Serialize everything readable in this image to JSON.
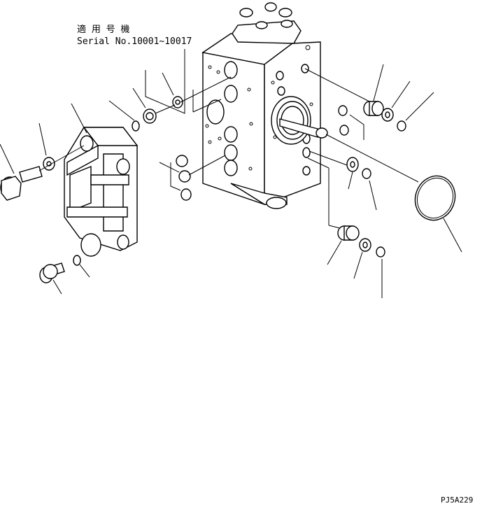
{
  "notes": {
    "applicable_models_jp": "適 用 号 機",
    "serial_range": "Serial No.10001~10017"
  },
  "drawing_code": "PJ5A229",
  "colors": {
    "ink": "#000000",
    "paper": "#ffffff"
  }
}
